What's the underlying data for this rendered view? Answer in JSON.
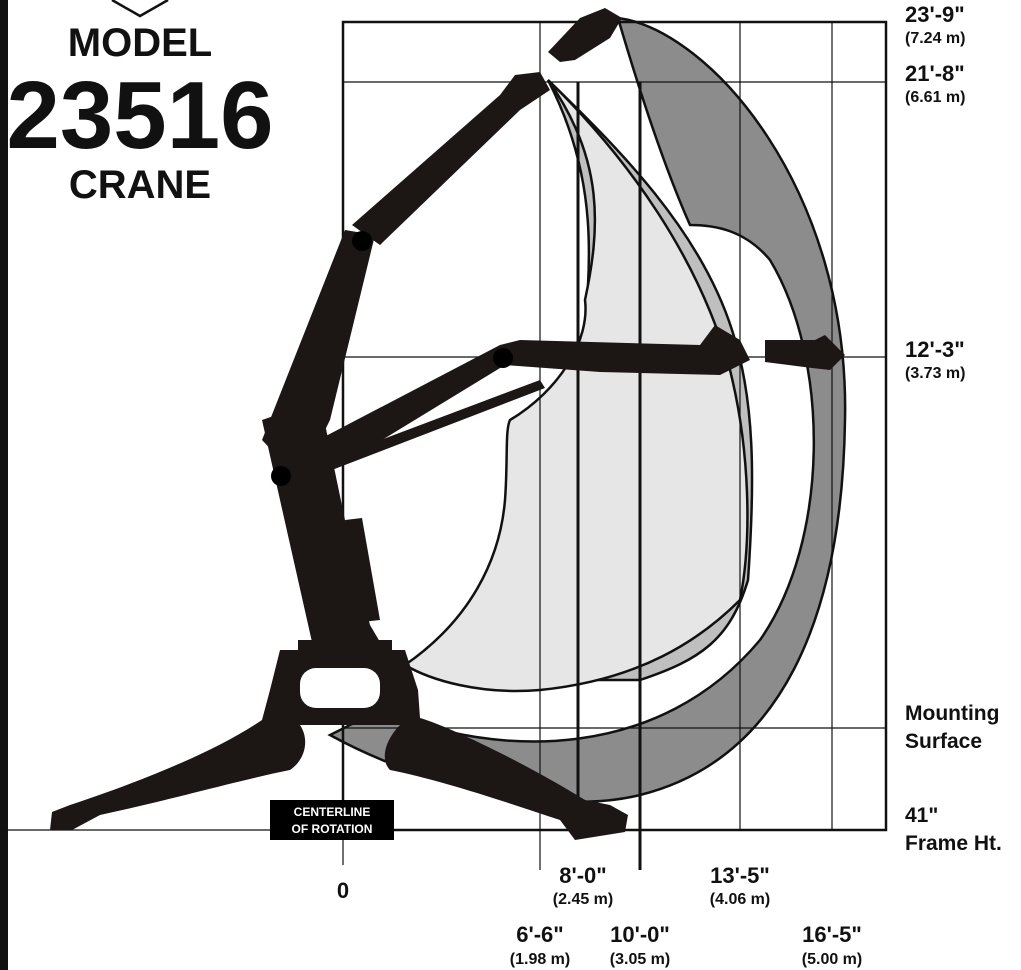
{
  "title": {
    "model_label": "MODEL",
    "model_number": "23516",
    "type_label": "CRANE"
  },
  "centerline_label": {
    "line1": "CENTERLINE",
    "line2": "OF ROTATION"
  },
  "zero_label": "0",
  "height_labels": [
    {
      "imperial": "23'-9\"",
      "metric": "(7.24 m)"
    },
    {
      "imperial": "21'-8\"",
      "metric": "(6.61 m)"
    },
    {
      "imperial": "12'-3\"",
      "metric": "(3.73 m)"
    }
  ],
  "mounting_label": {
    "line1": "Mounting",
    "line2": "Surface"
  },
  "frame_label": {
    "line1": "41\"",
    "line2": "Frame Ht."
  },
  "reach_labels": [
    {
      "imperial": "6'-6\"",
      "metric": "(1.98 m)"
    },
    {
      "imperial": "8'-0\"",
      "metric": "(2.45 m)"
    },
    {
      "imperial": "10'-0\"",
      "metric": "(3.05 m)"
    },
    {
      "imperial": "13'-5\"",
      "metric": "(4.06 m)"
    },
    {
      "imperial": "16'-5\"",
      "metric": "(5.00 m)"
    }
  ],
  "colors": {
    "ink": "#1c1714",
    "zone_light": "#e6e6e6",
    "zone_mid": "#bfbfbf",
    "zone_dark": "#8c8c8c"
  }
}
